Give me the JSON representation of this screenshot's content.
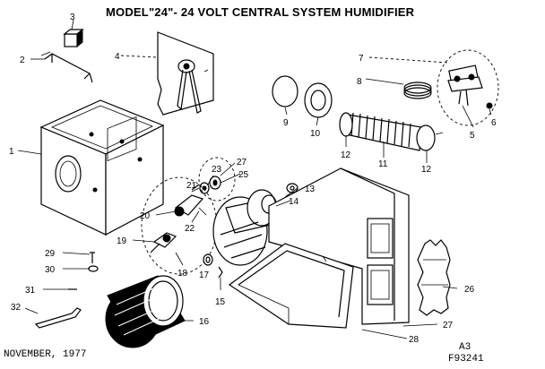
{
  "diagram": {
    "title": "MODEL\"24\"- 24 VOLT CENTRAL SYSTEM HUMIDIFIER",
    "date": "NOVEMBER, 1977",
    "code_a": "A3",
    "code_b": "F93241"
  },
  "callouts": [
    {
      "id": "1",
      "label": "1"
    },
    {
      "id": "2",
      "label": "2"
    },
    {
      "id": "3",
      "label": "3"
    },
    {
      "id": "4",
      "label": "4"
    },
    {
      "id": "5",
      "label": "5"
    },
    {
      "id": "6",
      "label": "6"
    },
    {
      "id": "7",
      "label": "7"
    },
    {
      "id": "8",
      "label": "8"
    },
    {
      "id": "9",
      "label": "9"
    },
    {
      "id": "10",
      "label": "10"
    },
    {
      "id": "11",
      "label": "11"
    },
    {
      "id": "12a",
      "label": "12"
    },
    {
      "id": "12b",
      "label": "12"
    },
    {
      "id": "13",
      "label": "13"
    },
    {
      "id": "14",
      "label": "14"
    },
    {
      "id": "15",
      "label": "15"
    },
    {
      "id": "16",
      "label": "16"
    },
    {
      "id": "17",
      "label": "17"
    },
    {
      "id": "18",
      "label": "18"
    },
    {
      "id": "19",
      "label": "19"
    },
    {
      "id": "20",
      "label": "20"
    },
    {
      "id": "21",
      "label": "21"
    },
    {
      "id": "22",
      "label": "22"
    },
    {
      "id": "23",
      "label": "23"
    },
    {
      "id": "25",
      "label": "25"
    },
    {
      "id": "26",
      "label": "26"
    },
    {
      "id": "27a",
      "label": "27"
    },
    {
      "id": "27b",
      "label": "27"
    },
    {
      "id": "28",
      "label": "28"
    },
    {
      "id": "29",
      "label": "29"
    },
    {
      "id": "30",
      "label": "30"
    },
    {
      "id": "31",
      "label": "31"
    },
    {
      "id": "32",
      "label": "32"
    }
  ]
}
